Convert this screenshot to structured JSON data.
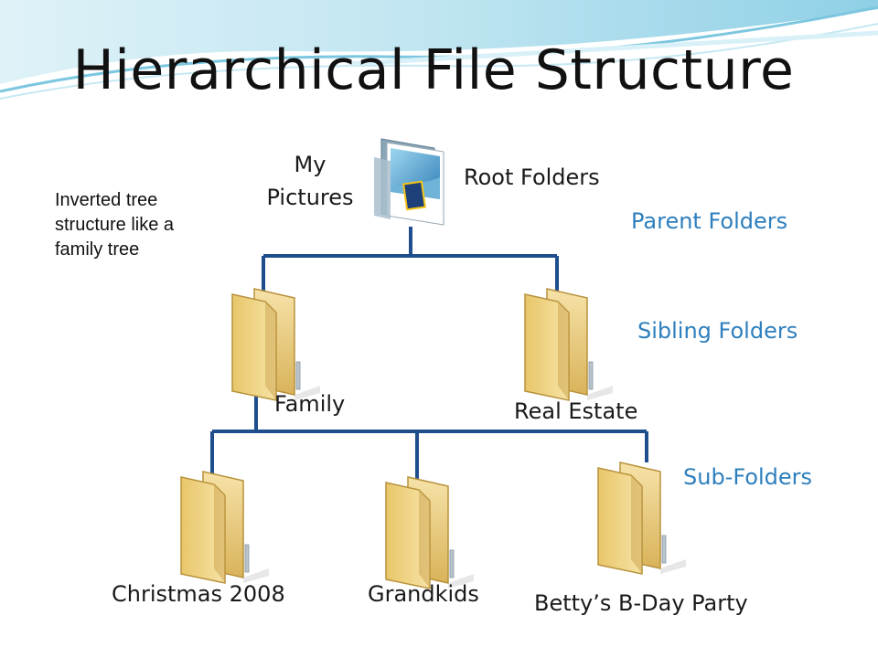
{
  "slide": {
    "title": "Hierarchical File Structure",
    "note": "Inverted tree structure like a family tree"
  },
  "root": {
    "name": "My Pictures",
    "label": "Root Folders"
  },
  "levels": {
    "parent": "Parent Folders",
    "sibling": "Sibling Folders",
    "sub": "Sub-Folders"
  },
  "folders": {
    "family": "Family",
    "real_estate": "Real Estate",
    "christmas": "Christmas 2008",
    "grandkids": "Grandkids",
    "betty": "Betty’s B-Day Party"
  },
  "colors": {
    "connector": "#1f4e8c",
    "level_label": "#2e7fbd",
    "folder": "#f0d27e",
    "wave": "#a9dbea"
  }
}
